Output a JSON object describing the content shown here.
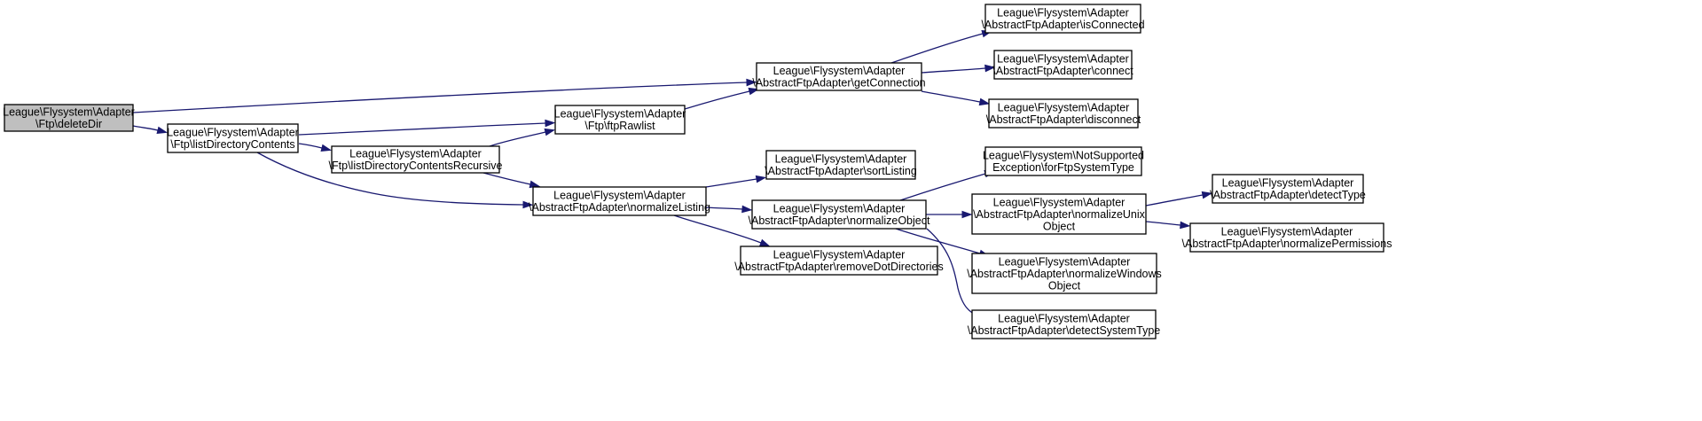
{
  "graph": {
    "nodes": [
      {
        "id": "deleteDir",
        "lines": [
          "League\\Flysystem\\Adapter",
          "\\Ftp\\deleteDir"
        ],
        "root": true
      },
      {
        "id": "listDirectoryContents",
        "lines": [
          "League\\Flysystem\\Adapter",
          "\\Ftp\\listDirectoryContents"
        ]
      },
      {
        "id": "listDirectoryContentsRecursive",
        "lines": [
          "League\\Flysystem\\Adapter",
          "\\Ftp\\listDirectoryContentsRecursive"
        ]
      },
      {
        "id": "ftpRawlist",
        "lines": [
          "League\\Flysystem\\Adapter",
          "\\Ftp\\ftpRawlist"
        ]
      },
      {
        "id": "getConnection",
        "lines": [
          "League\\Flysystem\\Adapter",
          "\\AbstractFtpAdapter\\getConnection"
        ]
      },
      {
        "id": "isConnected",
        "lines": [
          "League\\Flysystem\\Adapter",
          "\\AbstractFtpAdapter\\isConnected"
        ]
      },
      {
        "id": "connect",
        "lines": [
          "League\\Flysystem\\Adapter",
          "\\AbstractFtpAdapter\\connect"
        ]
      },
      {
        "id": "disconnect",
        "lines": [
          "League\\Flysystem\\Adapter",
          "\\AbstractFtpAdapter\\disconnect"
        ]
      },
      {
        "id": "normalizeListing",
        "lines": [
          "League\\Flysystem\\Adapter",
          "\\AbstractFtpAdapter\\normalizeListing"
        ]
      },
      {
        "id": "sortListing",
        "lines": [
          "League\\Flysystem\\Adapter",
          "\\AbstractFtpAdapter\\sortListing"
        ]
      },
      {
        "id": "normalizeObject",
        "lines": [
          "League\\Flysystem\\Adapter",
          "\\AbstractFtpAdapter\\normalizeObject"
        ]
      },
      {
        "id": "removeDotDirectories",
        "lines": [
          "League\\Flysystem\\Adapter",
          "\\AbstractFtpAdapter\\removeDotDirectories"
        ]
      },
      {
        "id": "forFtpSystemType",
        "lines": [
          "League\\Flysystem\\NotSupported",
          "Exception\\forFtpSystemType"
        ]
      },
      {
        "id": "normalizeUnixObject",
        "lines": [
          "League\\Flysystem\\Adapter",
          "\\AbstractFtpAdapter\\normalizeUnix",
          "Object"
        ]
      },
      {
        "id": "normalizeWindowsObject",
        "lines": [
          "League\\Flysystem\\Adapter",
          "\\AbstractFtpAdapter\\normalizeWindows",
          "Object"
        ]
      },
      {
        "id": "detectSystemType",
        "lines": [
          "League\\Flysystem\\Adapter",
          "\\AbstractFtpAdapter\\detectSystemType"
        ]
      },
      {
        "id": "detectType",
        "lines": [
          "League\\Flysystem\\Adapter",
          "\\AbstractFtpAdapter\\detectType"
        ]
      },
      {
        "id": "normalizePermissions",
        "lines": [
          "League\\Flysystem\\Adapter",
          "\\AbstractFtpAdapter\\normalizePermissions"
        ]
      }
    ],
    "edges": [
      {
        "from": "deleteDir",
        "to": "getConnection"
      },
      {
        "from": "deleteDir",
        "to": "listDirectoryContents"
      },
      {
        "from": "listDirectoryContents",
        "to": "ftpRawlist"
      },
      {
        "from": "listDirectoryContents",
        "to": "listDirectoryContentsRecursive"
      },
      {
        "from": "listDirectoryContents",
        "to": "normalizeListing"
      },
      {
        "from": "listDirectoryContentsRecursive",
        "to": "ftpRawlist"
      },
      {
        "from": "listDirectoryContentsRecursive",
        "to": "normalizeListing"
      },
      {
        "from": "ftpRawlist",
        "to": "getConnection"
      },
      {
        "from": "getConnection",
        "to": "isConnected"
      },
      {
        "from": "getConnection",
        "to": "connect"
      },
      {
        "from": "getConnection",
        "to": "disconnect"
      },
      {
        "from": "normalizeListing",
        "to": "sortListing"
      },
      {
        "from": "normalizeListing",
        "to": "normalizeObject"
      },
      {
        "from": "normalizeListing",
        "to": "removeDotDirectories"
      },
      {
        "from": "normalizeObject",
        "to": "forFtpSystemType"
      },
      {
        "from": "normalizeObject",
        "to": "normalizeUnixObject"
      },
      {
        "from": "normalizeObject",
        "to": "normalizeWindowsObject"
      },
      {
        "from": "normalizeObject",
        "to": "detectSystemType"
      },
      {
        "from": "normalizeUnixObject",
        "to": "detectType"
      },
      {
        "from": "normalizeUnixObject",
        "to": "normalizePermissions"
      }
    ],
    "colors": {
      "edge": "#191970",
      "root_fill": "#bfbfbf",
      "node_fill": "#ffffff",
      "node_border": "#000000"
    }
  }
}
